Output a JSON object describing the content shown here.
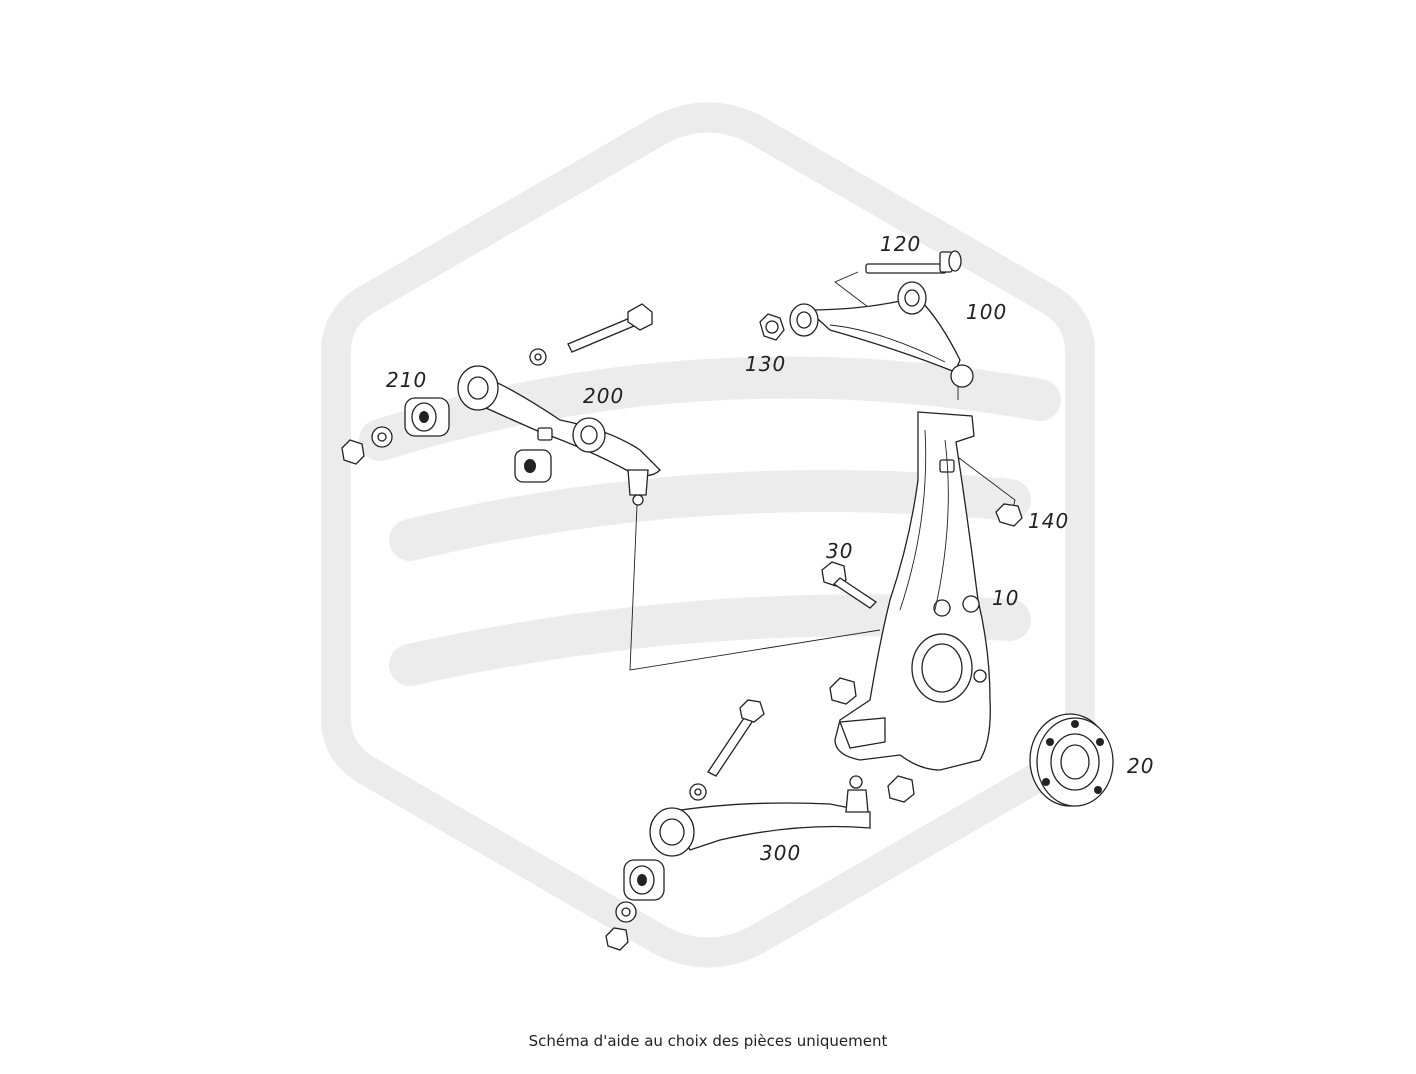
{
  "diagram": {
    "parts": [
      {
        "id": "p120",
        "label": "120"
      },
      {
        "id": "p100",
        "label": "100"
      },
      {
        "id": "p130",
        "label": "130"
      },
      {
        "id": "p210",
        "label": "210"
      },
      {
        "id": "p200",
        "label": "200"
      },
      {
        "id": "p140",
        "label": "140"
      },
      {
        "id": "p30",
        "label": "30"
      },
      {
        "id": "p10",
        "label": "10"
      },
      {
        "id": "p20",
        "label": "20"
      },
      {
        "id": "p300",
        "label": "300"
      }
    ]
  },
  "caption": "Schéma d'aide au choix des pièces uniquement",
  "colors": {
    "watermark": "#ececec",
    "line": "#222222",
    "background": "#ffffff"
  }
}
